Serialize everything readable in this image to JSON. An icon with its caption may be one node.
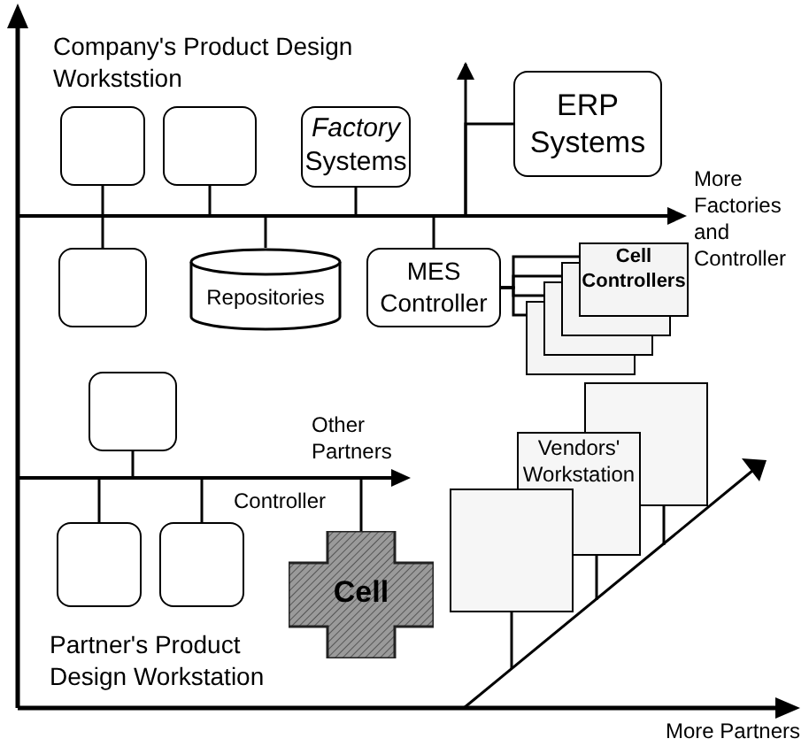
{
  "diagram": {
    "nodes": [
      {
        "text": [],
        "shape": "bar"
      },
      {
        "text": [],
        "shape": "box"
      },
      {
        "text": [],
        "shape": "box"
      },
      {
        "text": [
          "*Factory* Systems"
        ]
      },
      {
        "text": [
          "ERP Systems"
        ]
      },
      {
        "text": [],
        "shape": "box"
      },
      {
        "text": [
          "Repositories"
        ]
      },
      {
        "text": [
          "MES Controller"
        ]
      },
      {
        "text": [
          "Cell Controllers"
        ]
      },
      {
        "text": [],
        "shape": "box"
      },
      {
        "text": [],
        "shape": "bar"
      },
      {
        "text": [],
        "shape": "box"
      },
      {
        "text": [],
        "shape": "box"
      },
      {
        "text": [
          "Cell"
        ]
      },
      {
        "text": [
          "Vendors' Workstation"
        ]
      }
    ],
    "edges": [
      {
        "from": 1,
        "to": 0,
        "arrow": "none"
      },
      {
        "from": 2,
        "to": 0,
        "arrow": "none"
      },
      {
        "from": 3,
        "to": 0,
        "arrow": "none"
      },
      {
        "from": 4,
        "to": 0,
        "arrow": "none"
      },
      {
        "from": 0,
        "to": null,
        "arrow": "to"
      },
      {
        "from": 5,
        "to": 0,
        "arrow": "none"
      },
      {
        "from": 6,
        "to": 0,
        "arrow": "none"
      },
      {
        "from": 7,
        "to": 0,
        "arrow": "none"
      },
      {
        "from": 7,
        "to": 8,
        "arrow": "none"
      },
      {
        "from": 7,
        "to": 8,
        "arrow": "none"
      },
      {
        "from": 7,
        "to": 8,
        "arrow": "none"
      },
      {
        "from": 7,
        "to": 8,
        "arrow": "none"
      },
      {
        "from": 9,
        "to": 10,
        "arrow": "none"
      },
      {
        "from": 11,
        "to": 10,
        "arrow": "none"
      },
      {
        "from": 12,
        "to": 10,
        "arrow": "none"
      },
      {
        "from": 13,
        "to": 10,
        "arrow": "none",
        "label": "Controller"
      },
      {
        "from": 14,
        "to": null,
        "arrow": "none"
      },
      {
        "from": 14,
        "to": null,
        "arrow": "none"
      },
      {
        "from": 14,
        "to": null,
        "arrow": "none"
      }
    ],
    "labels": [
      "Company's Product Design Workststion",
      "More Factories and Controller",
      "Other Partners",
      "Partner's Product Design Workstation",
      "More Partners"
    ]
  }
}
